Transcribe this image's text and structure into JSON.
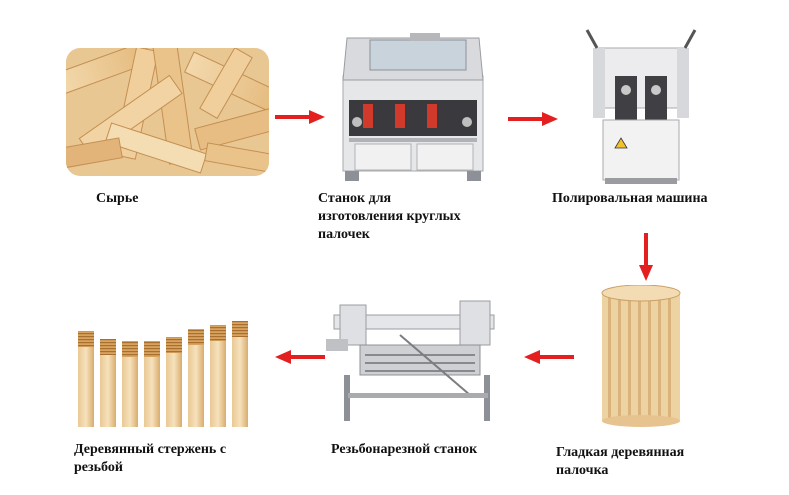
{
  "steps": [
    {
      "label": "Сырье"
    },
    {
      "label": "Станок для\nизготовления круглых\nпалочек"
    },
    {
      "label": "Полировальная машина"
    },
    {
      "label": "Гладкая деревянная\nпалочка"
    },
    {
      "label": "Резьбонарезной станок"
    },
    {
      "label": "Деревянный стержень с\nрезьбой"
    }
  ],
  "colors": {
    "arrow": "#e41f1f",
    "wood_light": "#f1d4a5",
    "wood_dark": "#d9a86c",
    "machine": "#e8e8ea",
    "machine_dark": "#8d9096"
  },
  "icons": [
    "raw-wood-image",
    "round-stick-machine-image",
    "polishing-machine-image",
    "smooth-sticks-image",
    "threading-machine-image",
    "threaded-rods-image"
  ]
}
